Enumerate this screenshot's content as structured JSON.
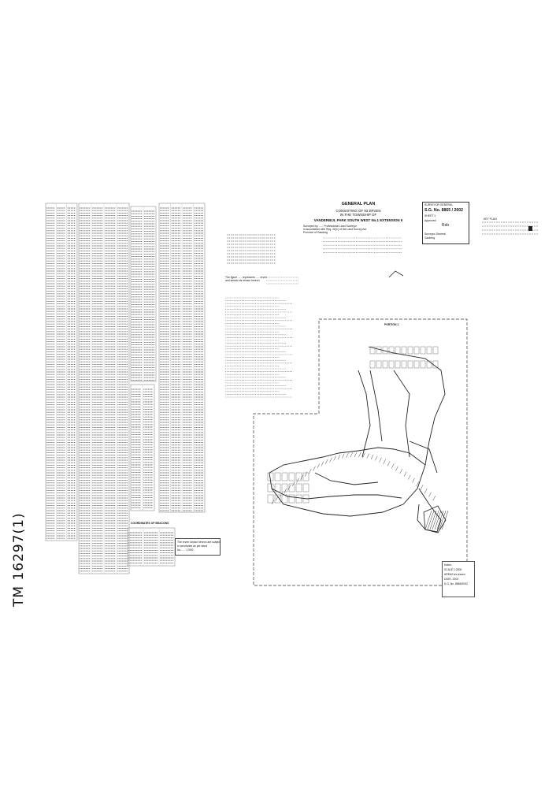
{
  "side_label": "TM 16297(1)",
  "sg_block": {
    "heading": "SURVEYOR GENERAL",
    "number": "S.G. No. 8865 / 2002",
    "sheet": "SHEET 1",
    "approved": "Approved",
    "signature_text": "Rsb",
    "office": "Surveyor-General",
    "date": "Gauteng"
  },
  "general_plan": {
    "title": "GENERAL PLAN",
    "subtitle1": "CONSISTING OF 93 ERVEN",
    "subtitle2": "IN THE TOWNSHIP OF",
    "township": "VANDERBIJL PARK SOUTH WEST No.1 EXTENSION 6",
    "desc_lines": [
      "Surveyed by ...... Professional Land Surveyor",
      "in accordance with Reg. 26(1) of the Land Survey Act",
      "Province of Gauteng"
    ]
  },
  "layout_area": {
    "label": "PORTION 1"
  },
  "framework_note": {
    "lines": [
      "The figure ..... represents ..... erven",
      "and streets as shown hereon"
    ]
  },
  "bottom_right_notes": {
    "lines": [
      "Notes:",
      "SCALE 1:2500",
      "AREAS as shown",
      "DATE: 2002",
      "S.G. No. 8865/2002"
    ]
  },
  "key_plan": {
    "label": "KEY PLAN"
  },
  "bottom_table_title": "COORDINATES OF BEACONS",
  "bottom_notes_box": {
    "lines": [
      "The erven shown hereon are subject",
      "to servitudes as per deed",
      "No. .... / 2002"
    ]
  },
  "colors": {
    "ink": "#1a1a1a",
    "paper": "#ffffff"
  }
}
